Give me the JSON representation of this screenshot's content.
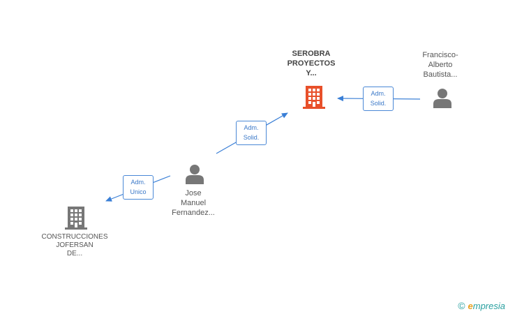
{
  "nodes": {
    "serobra": {
      "lines": [
        "SEROBRA",
        "PROYECTOS",
        "Y..."
      ],
      "icon": "building-icon",
      "color": "#e8502a"
    },
    "francisco": {
      "lines": [
        "Francisco-",
        "Alberto",
        "Bautista..."
      ],
      "icon": "person-icon"
    },
    "jose": {
      "lines": [
        "Jose",
        "Manuel",
        "Fernandez..."
      ],
      "icon": "person-icon"
    },
    "construcciones": {
      "lines": [
        "CONSTRUCCIONES",
        "JOFERSAN",
        "DE..."
      ],
      "icon": "building-icon",
      "color": "#777777"
    }
  },
  "edges": {
    "francisco_serobra": {
      "lines": [
        "Adm.",
        "Solid."
      ]
    },
    "jose_serobra": {
      "lines": [
        "Adm.",
        "Solid."
      ]
    },
    "jose_construcciones": {
      "lines": [
        "Adm.",
        "Unico"
      ]
    }
  },
  "brand": {
    "copyright": "©",
    "name_initial": "e",
    "name_rest": "mpresia"
  },
  "colors": {
    "arrow": "#3a7fd6",
    "person": "#777777",
    "building_main": "#e8502a",
    "building_other": "#777777"
  }
}
